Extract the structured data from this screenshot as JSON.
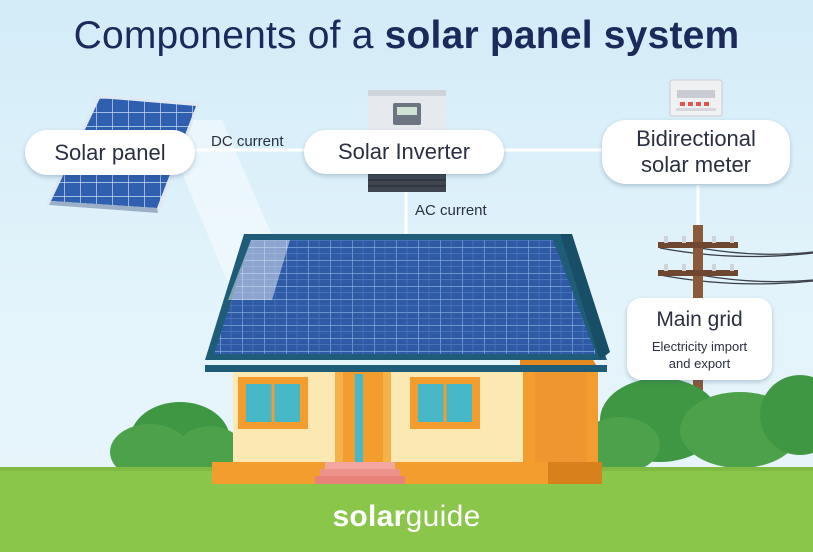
{
  "title": {
    "light": "Components of a ",
    "bold": "solar panel system"
  },
  "nodes": {
    "solar_panel": "Solar panel",
    "solar_inverter": "Solar Inverter",
    "meter_line1": "Bidirectional",
    "meter_line2": "solar meter",
    "main_grid": "Main grid",
    "main_grid_sub_line1": "Electricity import",
    "main_grid_sub_line2": "and export"
  },
  "flows": {
    "dc": "DC current",
    "ac": "AC current"
  },
  "brand": {
    "part1": "solar",
    "part2": "guide"
  },
  "colors": {
    "title": "#1b2a5a",
    "sky": "#d3ecf8",
    "grass": "#8ac64a",
    "panel_blue": "#2e5aa6",
    "roof_edge": "#1f5c78",
    "wall": "#fbe8b2",
    "wall_accent": "#f29d2d",
    "pole": "#8a5a3a",
    "tree": "#4da14a"
  },
  "icons": [
    "solar-panel-icon",
    "inverter-icon",
    "meter-icon",
    "house-icon",
    "utility-pole-icon",
    "tree-icon"
  ]
}
